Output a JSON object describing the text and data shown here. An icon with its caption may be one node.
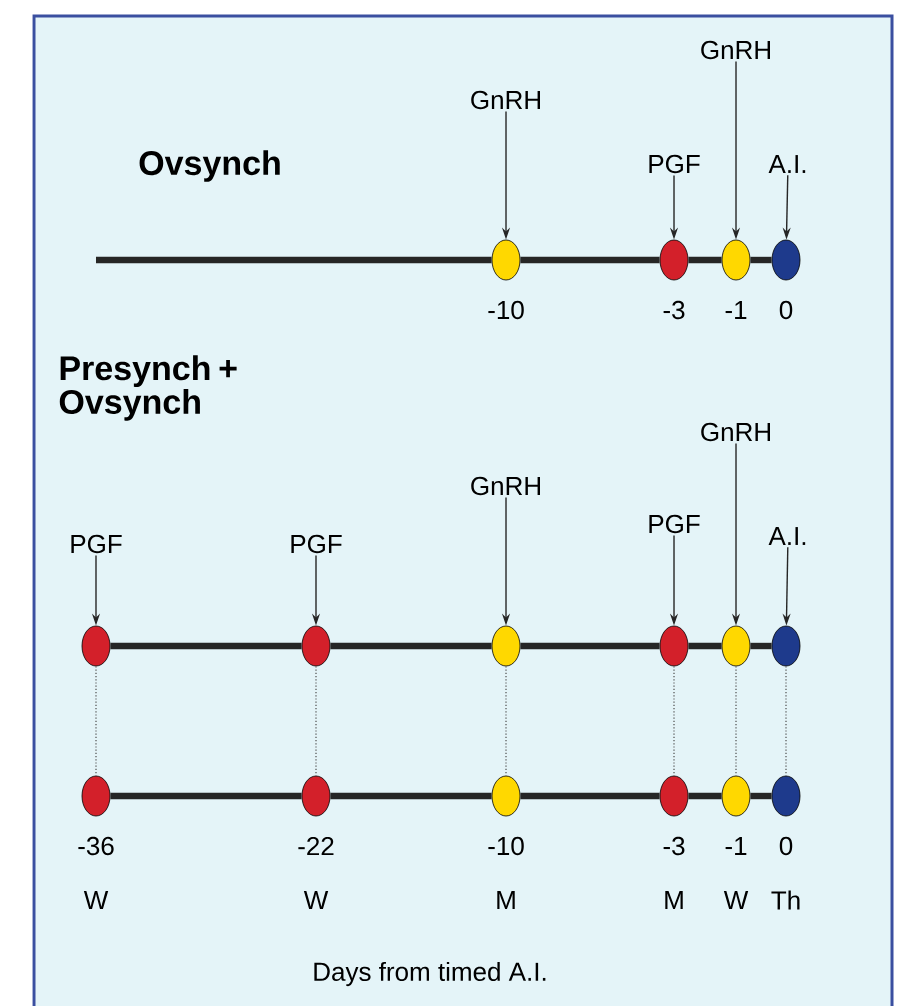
{
  "diagram": {
    "nodes": [
      {
        "text": [
          "GnRH"
        ]
      },
      {
        "text": [
          "PGF"
        ]
      },
      {
        "text": [
          "GnRH"
        ]
      },
      {
        "text": [
          "A.I."
        ]
      },
      {
        "text": [],
        "shape": "circle",
        "beside": [
          "-10"
        ]
      },
      {
        "text": [],
        "shape": "circle",
        "beside": [
          "-3"
        ]
      },
      {
        "text": [],
        "shape": "circle",
        "beside": [
          "-1"
        ]
      },
      {
        "text": [],
        "shape": "circle",
        "beside": [
          "0"
        ]
      },
      {
        "text": [
          "PGF"
        ]
      },
      {
        "text": [
          "PGF"
        ]
      },
      {
        "text": [
          "GnRH"
        ]
      },
      {
        "text": [
          "PGF"
        ]
      },
      {
        "text": [
          "GnRH"
        ]
      },
      {
        "text": [
          "A.I."
        ]
      },
      {
        "text": [],
        "shape": "circle"
      },
      {
        "text": [],
        "shape": "circle"
      },
      {
        "text": [],
        "shape": "circle"
      },
      {
        "text": [],
        "shape": "circle"
      },
      {
        "text": [],
        "shape": "circle"
      },
      {
        "text": [],
        "shape": "circle"
      },
      {
        "text": [],
        "shape": "circle",
        "beside": [
          "-36",
          "W"
        ]
      },
      {
        "text": [],
        "shape": "circle",
        "beside": [
          "-22",
          "W"
        ]
      },
      {
        "text": [],
        "shape": "circle",
        "beside": [
          "-10",
          "M"
        ]
      },
      {
        "text": [],
        "shape": "circle",
        "beside": [
          "-3",
          "M"
        ]
      },
      {
        "text": [],
        "shape": "circle",
        "beside": [
          "-1",
          "W"
        ]
      },
      {
        "text": [],
        "shape": "circle",
        "beside": [
          "0",
          "Th"
        ]
      }
    ],
    "edges": [
      {
        "from": 0,
        "to": 4,
        "arrow": "to"
      },
      {
        "from": 1,
        "to": 5,
        "arrow": "to"
      },
      {
        "from": 2,
        "to": 6,
        "arrow": "to"
      },
      {
        "from": 3,
        "to": 7,
        "arrow": "to"
      },
      {
        "from": null,
        "to": 4,
        "arrow": "none",
        "style": "thick"
      },
      {
        "from": 4,
        "to": 5,
        "arrow": "none",
        "style": "thick"
      },
      {
        "from": 5,
        "to": 6,
        "arrow": "none",
        "style": "thick"
      },
      {
        "from": 6,
        "to": 7,
        "arrow": "none",
        "style": "thick"
      },
      {
        "from": 8,
        "to": 14,
        "arrow": "to"
      },
      {
        "from": 9,
        "to": 15,
        "arrow": "to"
      },
      {
        "from": 10,
        "to": 16,
        "arrow": "to"
      },
      {
        "from": 11,
        "to": 17,
        "arrow": "to"
      },
      {
        "from": 12,
        "to": 18,
        "arrow": "to"
      },
      {
        "from": 13,
        "to": 19,
        "arrow": "to"
      },
      {
        "from": 14,
        "to": 15,
        "arrow": "none",
        "style": "thick"
      },
      {
        "from": 15,
        "to": 16,
        "arrow": "none",
        "style": "thick"
      },
      {
        "from": 16,
        "to": 17,
        "arrow": "none",
        "style": "thick"
      },
      {
        "from": 17,
        "to": 18,
        "arrow": "none",
        "style": "thick"
      },
      {
        "from": 18,
        "to": 19,
        "arrow": "none",
        "style": "thick"
      },
      {
        "from": 20,
        "to": 21,
        "arrow": "none",
        "style": "thick"
      },
      {
        "from": 21,
        "to": 22,
        "arrow": "none",
        "style": "thick"
      },
      {
        "from": 22,
        "to": 23,
        "arrow": "none",
        "style": "thick"
      },
      {
        "from": 23,
        "to": 24,
        "arrow": "none",
        "style": "thick"
      },
      {
        "from": 24,
        "to": 25,
        "arrow": "none",
        "style": "thick"
      },
      {
        "from": 14,
        "to": 20,
        "arrow": "none",
        "style": "dashed"
      },
      {
        "from": 15,
        "to": 21,
        "arrow": "none",
        "style": "dashed"
      },
      {
        "from": 16,
        "to": 22,
        "arrow": "none",
        "style": "dashed"
      },
      {
        "from": 17,
        "to": 23,
        "arrow": "none",
        "style": "dashed"
      },
      {
        "from": 18,
        "to": 24,
        "arrow": "none",
        "style": "dashed"
      },
      {
        "from": 19,
        "to": 25,
        "arrow": "none",
        "style": "dashed"
      }
    ],
    "labels": [
      "Ovsynch",
      "Presynch + Ovsynch",
      "Days from timed A.I."
    ]
  }
}
